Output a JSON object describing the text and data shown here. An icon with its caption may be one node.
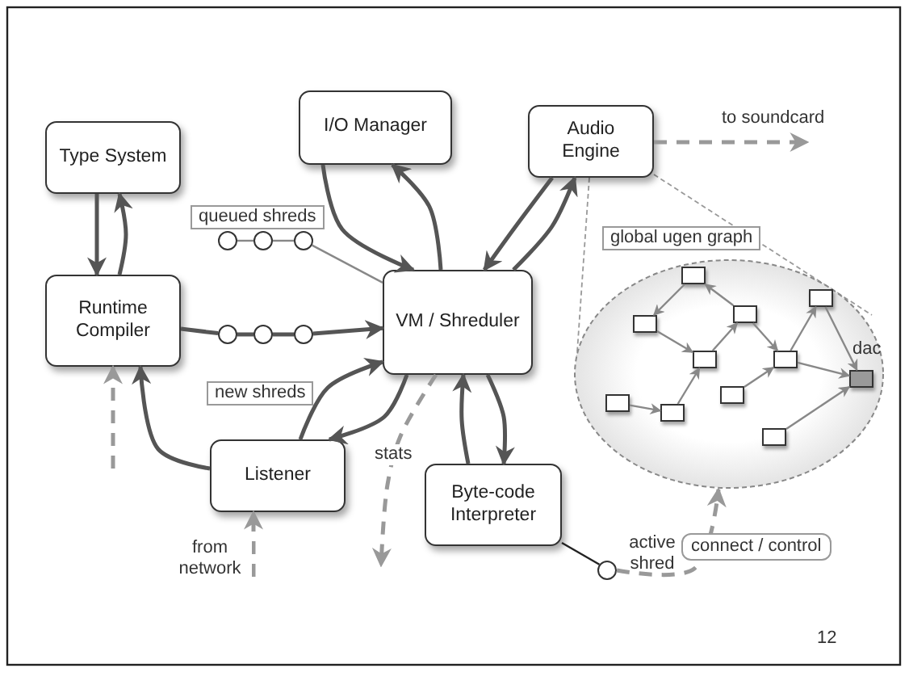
{
  "diagram": {
    "nodes": [
      {
        "text": [
          "Type System"
        ]
      },
      {
        "text": [
          "I/O Manager"
        ]
      },
      {
        "text": [
          "Audio Engine"
        ]
      },
      {
        "text": [
          "Runtime Compiler"
        ]
      },
      {
        "text": [
          "VM / Shreduler"
        ]
      },
      {
        "text": [
          "Listener"
        ]
      },
      {
        "text": [
          "Byte-code Interpreter"
        ]
      },
      {
        "text": [
          "global ugen graph"
        ]
      },
      {
        "text": [],
        "shape": "circle"
      },
      {
        "text": [],
        "shape": "circle"
      },
      {
        "text": [],
        "shape": "circle"
      },
      {
        "text": [],
        "shape": "circle"
      },
      {
        "text": [],
        "shape": "circle"
      },
      {
        "text": [],
        "shape": "circle"
      },
      {
        "text": [],
        "shape": "circle",
        "beside": [
          "active shred"
        ]
      },
      {
        "text": [],
        "shape": "box",
        "in": 7
      },
      {
        "text": [],
        "shape": "box",
        "in": 7
      },
      {
        "text": [],
        "shape": "box",
        "in": 7
      },
      {
        "text": [],
        "shape": "box",
        "in": 7
      },
      {
        "text": [],
        "shape": "box",
        "in": 7
      },
      {
        "text": [],
        "shape": "box",
        "in": 7
      },
      {
        "text": [],
        "shape": "box",
        "in": 7,
        "beside": [
          "dac"
        ]
      },
      {
        "text": [],
        "shape": "box",
        "in": 7
      },
      {
        "text": [],
        "shape": "box",
        "in": 7
      },
      {
        "text": [],
        "shape": "box",
        "in": 7
      },
      {
        "text": [],
        "shape": "box",
        "in": 7
      }
    ],
    "edges": [
      {
        "from": 0,
        "to": 3,
        "arrow": "to"
      },
      {
        "from": 3,
        "to": 0,
        "arrow": "to"
      },
      {
        "from": 1,
        "to": 4,
        "arrow": "to"
      },
      {
        "from": 4,
        "to": 1,
        "arrow": "to"
      },
      {
        "from": 2,
        "to": 4,
        "arrow": "to"
      },
      {
        "from": 4,
        "to": 2,
        "arrow": "to"
      },
      {
        "from": 2,
        "to": null,
        "arrow": "to",
        "label": "to soundcard",
        "style": "dashed",
        "color": "#999999"
      },
      {
        "from": 5,
        "to": 3,
        "arrow": "to"
      },
      {
        "from": null,
        "to": 3,
        "arrow": "to",
        "style": "dashed",
        "color": "#999999"
      },
      {
        "from": 5,
        "to": 4,
        "arrow": "to"
      },
      {
        "from": 4,
        "to": 5,
        "arrow": "to"
      },
      {
        "from": 4,
        "to": null,
        "arrow": "to",
        "label": "stats",
        "style": "dashed",
        "color": "#999999"
      },
      {
        "from": null,
        "to": 5,
        "arrow": "to",
        "label": "from network",
        "style": "dashed",
        "color": "#999999"
      },
      {
        "from": 6,
        "to": 4,
        "arrow": "to"
      },
      {
        "from": 4,
        "to": 6,
        "arrow": "to"
      },
      {
        "from": 6,
        "to": 14,
        "arrow": "none",
        "color": "#222222"
      },
      {
        "from": 14,
        "to": 7,
        "arrow": "to",
        "label": "connect / control",
        "style": "dashed",
        "color": "#999999"
      },
      {
        "from": 8,
        "to": 9,
        "arrow": "none",
        "color": "#888888"
      },
      {
        "from": 9,
        "to": 10,
        "arrow": "none",
        "color": "#888888"
      },
      {
        "from": 10,
        "to": 4,
        "arrow": "none",
        "color": "#888888"
      },
      {
        "from": 3,
        "to": 11,
        "arrow": "none"
      },
      {
        "from": 11,
        "to": 12,
        "arrow": "none"
      },
      {
        "from": 12,
        "to": 13,
        "arrow": "none"
      },
      {
        "from": 13,
        "to": 4,
        "arrow": "to"
      },
      {
        "from": 15,
        "to": 18,
        "arrow": "to",
        "color": "#888888"
      },
      {
        "from": 17,
        "to": 15,
        "arrow": "to",
        "color": "#888888"
      },
      {
        "from": 18,
        "to": 19,
        "arrow": "to",
        "color": "#888888"
      },
      {
        "from": 19,
        "to": 17,
        "arrow": "to",
        "color": "#888888"
      },
      {
        "from": 17,
        "to": 20,
        "arrow": "to",
        "color": "#888888"
      },
      {
        "from": 20,
        "to": 16,
        "arrow": "to",
        "color": "#888888"
      },
      {
        "from": 16,
        "to": 21,
        "arrow": "to",
        "color": "#888888"
      },
      {
        "from": 20,
        "to": 21,
        "arrow": "to",
        "color": "#888888"
      },
      {
        "from": 23,
        "to": 24,
        "arrow": "to",
        "color": "#888888"
      },
      {
        "from": 24,
        "to": 19,
        "arrow": "to",
        "color": "#888888"
      },
      {
        "from": 22,
        "to": 20,
        "arrow": "to",
        "color": "#888888"
      },
      {
        "from": 25,
        "to": 21,
        "arrow": "to",
        "color": "#888888"
      }
    ],
    "labels": [
      "queued shreds",
      "new shreds",
      "12"
    ]
  }
}
